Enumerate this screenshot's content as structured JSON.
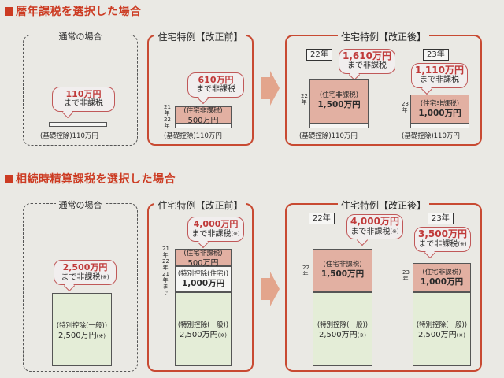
{
  "section1": {
    "title": "暦年課税を選択した場合",
    "normal": {
      "title": "通常の場合",
      "callout_amount": "110万円",
      "callout_sub": "まで非課税",
      "deduction": "(基礎控除)110万円"
    },
    "before": {
      "title": "住宅特例【改正前】",
      "callout_amount": "610万円",
      "callout_sub": "まで非課税",
      "box_l1": "(住宅非課税)",
      "box_l2": "500万円",
      "year_a": "21年",
      "year_b": "22年",
      "deduction": "(基礎控除)110万円"
    },
    "after": {
      "title": "住宅特例【改正後】",
      "y22_badge": "22年",
      "y22_callout_amount": "1,610万円",
      "y22_callout_sub": "まで非課税",
      "y22_side": "22年",
      "y22_box_l1": "(住宅非課税)",
      "y22_box_l2": "1,500万円",
      "y22_deduction": "(基礎控除)110万円",
      "y23_badge": "23年",
      "y23_callout_amount": "1,110万円",
      "y23_callout_sub": "まで非課税",
      "y23_side": "23年",
      "y23_box_l1": "(住宅非課税)",
      "y23_box_l2": "1,000万円",
      "y23_deduction": "(基礎控除)110万円"
    }
  },
  "section2": {
    "title": "相続時精算課税を選択した場合",
    "normal": {
      "title": "通常の場合",
      "callout_amount": "2,500万円",
      "callout_sub": "まで非課税",
      "note": "(※)",
      "box_l1": "(特別控除(一般))",
      "box_l2": "2,500万円",
      "box_note": "(※)"
    },
    "before": {
      "title": "住宅特例【改正前】",
      "callout_amount": "4,000万円",
      "callout_sub": "まで非課税",
      "note": "(※)",
      "year_a": "21年",
      "year_b": "22年",
      "year_c": "21年まで",
      "box1_l1": "(住宅非課税)",
      "box1_l2": "500万円",
      "box2_l1": "(特別控除(住宅))",
      "box2_l2": "1,000万円",
      "box3_l1": "(特別控除(一般))",
      "box3_l2": "2,500万円",
      "box3_note": "(※)"
    },
    "after": {
      "title": "住宅特例【改正後】",
      "y22_badge": "22年",
      "y22_callout_amount": "4,000万円",
      "y22_callout_sub": "まで非課税",
      "y22_note": "(※)",
      "y22_side": "22年",
      "y22_box_l1": "(住宅非課税)",
      "y22_box_l2": "1,500万円",
      "y22_gen_l1": "(特別控除(一般))",
      "y22_gen_l2": "2,500万円",
      "y22_gen_note": "(※)",
      "y23_badge": "23年",
      "y23_callout_amount": "3,500万円",
      "y23_callout_sub": "まで非課税",
      "y23_note": "(※)",
      "y23_side": "23年",
      "y23_box_l1": "(住宅非課税)",
      "y23_box_l2": "1,000万円",
      "y23_gen_l1": "(特別控除(一般))",
      "y23_gen_l2": "2,500万円",
      "y23_gen_note": "(※)"
    }
  },
  "colors": {
    "accent": "#cc3b22",
    "panel_border": "#c84a32",
    "callout_border": "#c05858",
    "housing_box": "#e2b0a2",
    "general_box": "#e4edd7",
    "arrow": "#e3a58c",
    "background": "#eae9e4"
  },
  "icons": {
    "step_arrow": "right-arrow-icon",
    "section_marker": "red-square-icon"
  }
}
